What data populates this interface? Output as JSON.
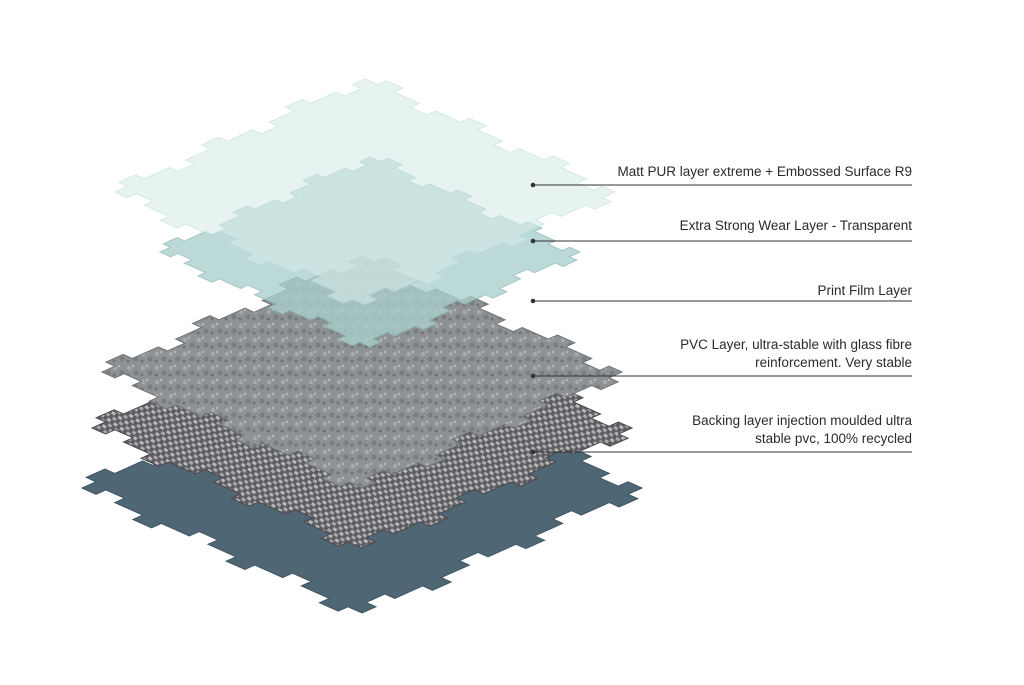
{
  "diagram": {
    "type": "exploded-layer-diagram",
    "layers": [
      {
        "id": "matt-pur",
        "lines": [
          "Matt PUR layer extreme + Embossed Surface R9"
        ],
        "color": "#cfe6e4"
      },
      {
        "id": "wear-layer",
        "lines": [
          "Extra Strong Wear Layer - Transparent"
        ],
        "color": "#b9d8d6"
      },
      {
        "id": "print-film",
        "lines": [
          "Print Film Layer"
        ],
        "color": "#8c8f91"
      },
      {
        "id": "pvc-layer",
        "lines": [
          "PVC Layer, ultra-stable with glass fibre",
          "reinforcement. Very stable"
        ],
        "color": "#6d6d70"
      },
      {
        "id": "backing",
        "lines": [
          "Backing layer injection moulded ultra",
          "stable pvc, 100% recycled"
        ],
        "color": "#4f6675"
      }
    ]
  }
}
